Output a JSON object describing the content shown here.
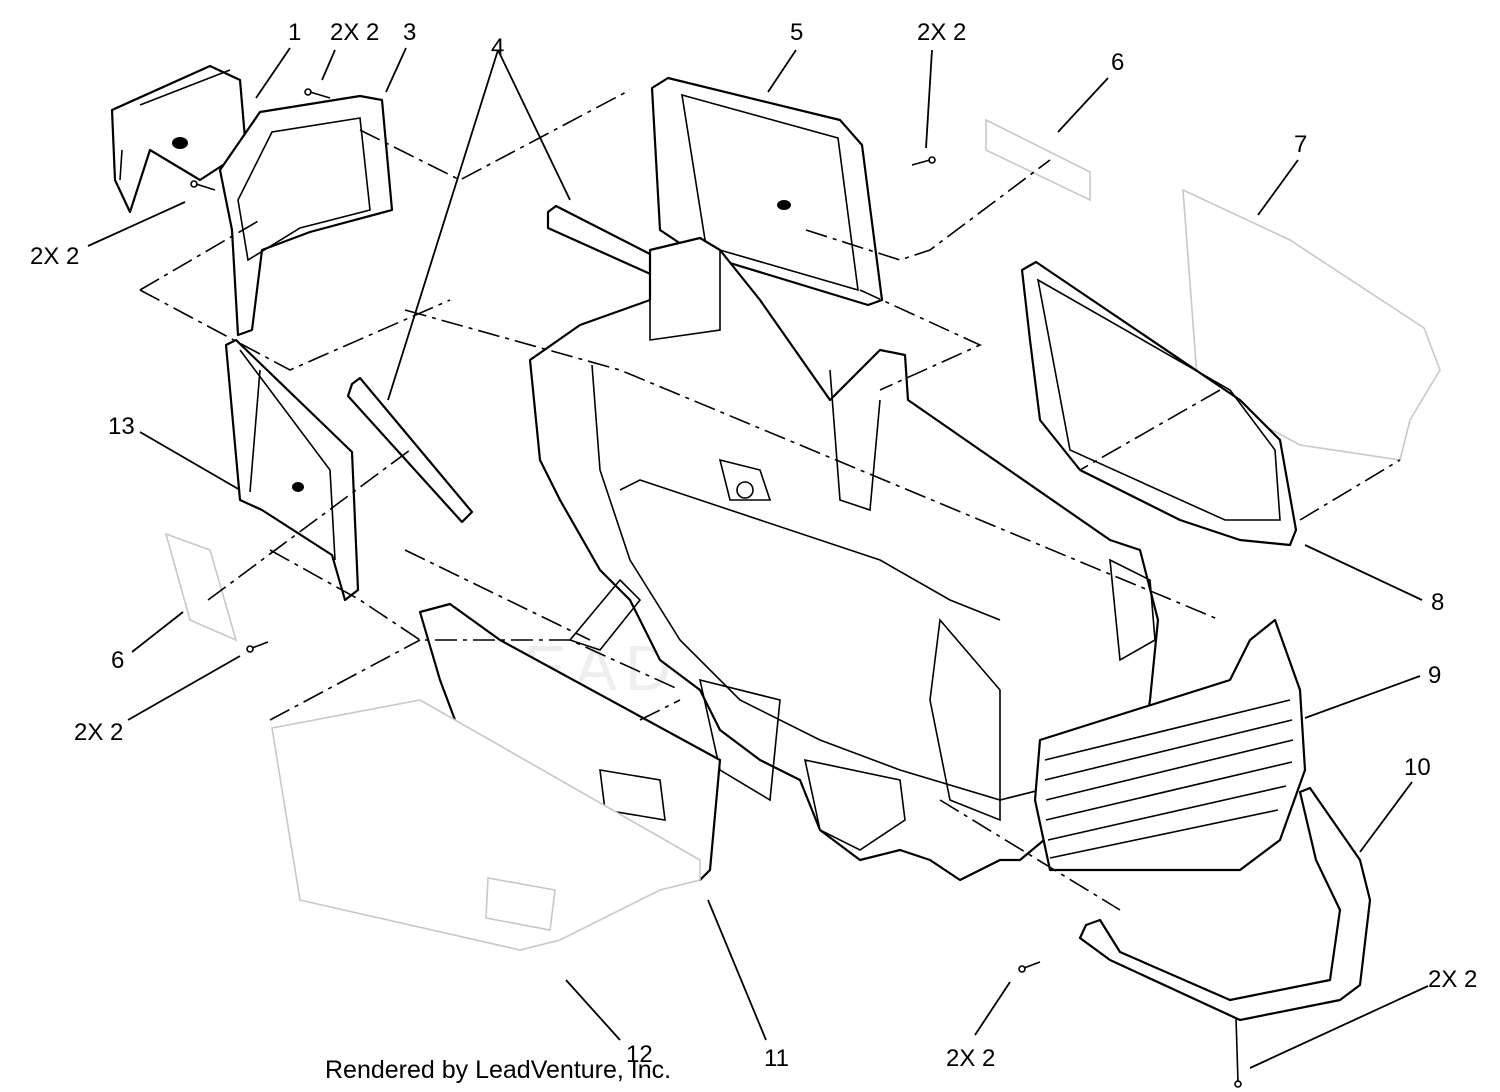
{
  "callouts": {
    "c1": "1",
    "c2x2_top_left": "2X 2",
    "c3": "3",
    "c4": "4",
    "c5": "5",
    "c2x2_top_right": "2X 2",
    "c6_top": "6",
    "c7": "7",
    "c2x2_left": "2X 2",
    "c13": "13",
    "c6_bottom": "6",
    "c2x2_bottom_left": "2X 2",
    "c8": "8",
    "c9": "9",
    "c10": "10",
    "c11": "11",
    "c12": "12",
    "c2x2_bottom_center": "2X 2",
    "c2x2_bottom_right": "2X 2"
  },
  "watermark": "LEADVENTURE",
  "footer": "Rendered by LeadVenture, Inc."
}
